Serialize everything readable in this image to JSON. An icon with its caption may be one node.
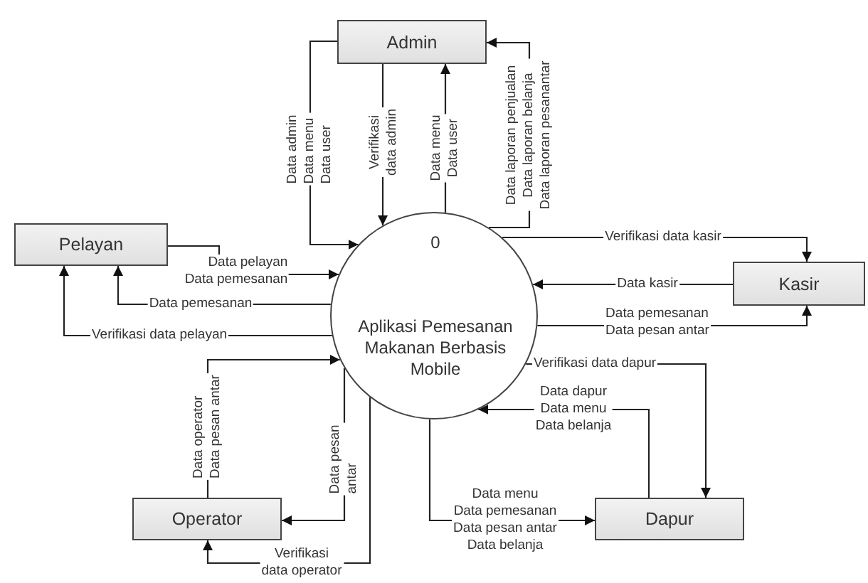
{
  "diagram": {
    "nodes": [
      {
        "text": [
          "Admin"
        ]
      },
      {
        "text": [
          "Pelayan"
        ]
      },
      {
        "text": [
          "0",
          "Aplikasi Pemesanan Makanan Berbasis Mobile"
        ]
      },
      {
        "text": [
          "Kasir"
        ]
      },
      {
        "text": [
          "Operator"
        ]
      },
      {
        "text": [
          "Dapur"
        ]
      }
    ],
    "edges": [
      {
        "from": 0,
        "to": 2,
        "arrow": "to",
        "label": "Data admin Data menu Data user"
      },
      {
        "from": 0,
        "to": 2,
        "arrow": "to",
        "label": "Verifikasi data admin"
      },
      {
        "from": 2,
        "to": 0,
        "arrow": "to",
        "label": "Data menu Data user"
      },
      {
        "from": 2,
        "to": 0,
        "arrow": "to",
        "label": "Data laporan penjualan Data laporan belanja Data laporan pesanantar"
      },
      {
        "from": 1,
        "to": 2,
        "arrow": "to",
        "label": "Data pelayan Data pemesanan"
      },
      {
        "from": 2,
        "to": 1,
        "arrow": "to",
        "label": "Data pemesanan"
      },
      {
        "from": 2,
        "to": 1,
        "arrow": "to",
        "label": "Verifikasi data pelayan"
      },
      {
        "from": 2,
        "to": 3,
        "arrow": "to",
        "label": "Verifikasi data kasir"
      },
      {
        "from": 3,
        "to": 2,
        "arrow": "to",
        "label": "Data kasir"
      },
      {
        "from": 2,
        "to": 3,
        "arrow": "to",
        "label": "Data pemesanan Data pesan antar"
      },
      {
        "from": 2,
        "to": 5,
        "arrow": "to",
        "label": "Verifikasi data dapur"
      },
      {
        "from": 5,
        "to": 2,
        "arrow": "to",
        "label": "Data dapur Data menu Data belanja"
      },
      {
        "from": 2,
        "to": 5,
        "arrow": "to",
        "label": "Data menu Data pemesanan Data pesan antar Data belanja"
      },
      {
        "from": 4,
        "to": 2,
        "arrow": "to",
        "label": "Data operator Data pesan antar"
      },
      {
        "from": 2,
        "to": 4,
        "arrow": "to",
        "label": "Data pesan antar"
      },
      {
        "from": 2,
        "to": 4,
        "arrow": "to",
        "label": "Verifikasi data operator"
      }
    ]
  }
}
